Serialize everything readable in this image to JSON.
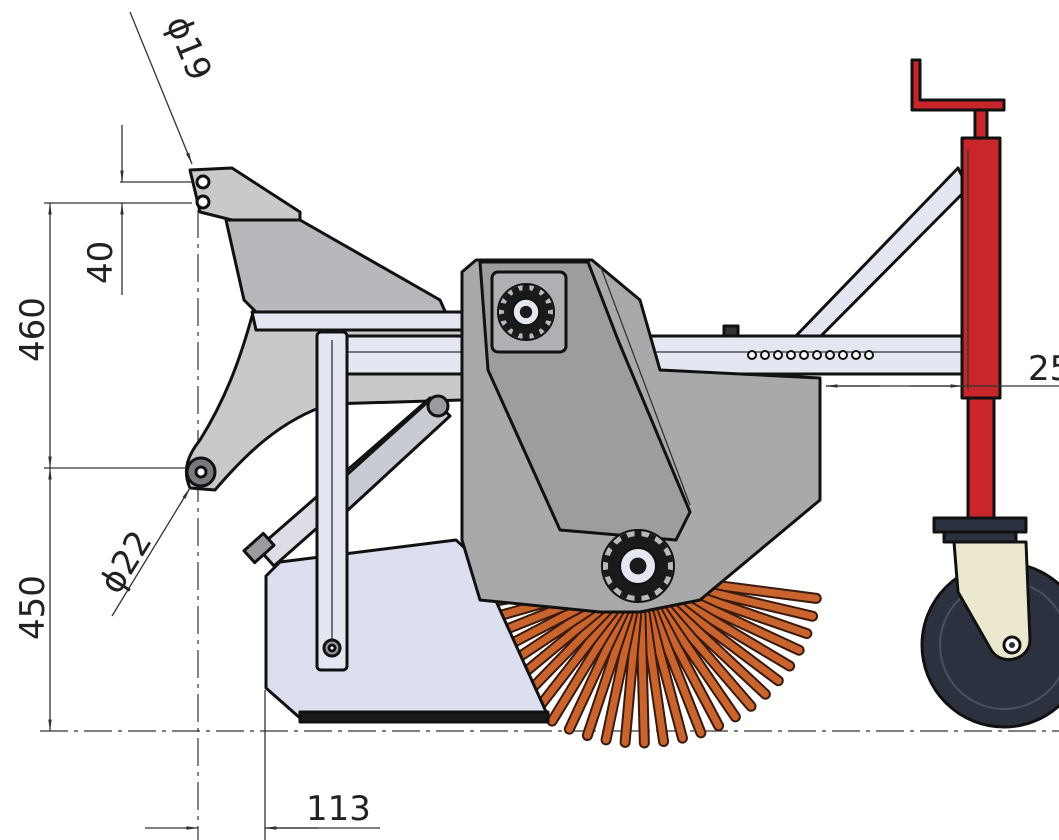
{
  "dimensions": {
    "pin_top_diameter": "ϕ19",
    "pin_bottom_diameter": "ϕ22",
    "upper_offset": "40",
    "upper_height": "460",
    "lower_height": "450",
    "front_offset": "113",
    "right_offset": "25"
  },
  "colors": {
    "frame_grey": "#c9c9cc",
    "housing_grey": "#a9a9ab",
    "blade_lavender": "#dcdff0",
    "tube_light": "#e4e6f2",
    "bristle_orange": "#c9642e",
    "jack_red": "#c8262b",
    "wheel_dark": "#2c3140",
    "fork_cream": "#ece8cf"
  }
}
